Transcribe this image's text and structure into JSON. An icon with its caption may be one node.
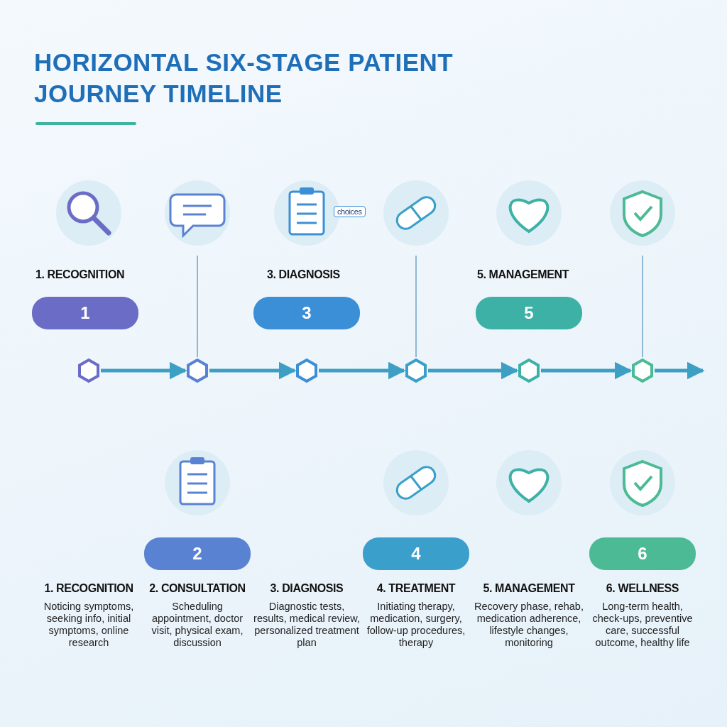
{
  "diagram": {
    "title": "HORIZONTAL SIX-STAGE PATIENT JOURNEY TIMELINE",
    "nodes": [
      {
        "text": [
          "1. RECOGNITION",
          "Noticing symptoms, seeking info, initial symptoms, online research"
        ]
      },
      {
        "text": [
          "2. CONSULTATION",
          "Scheduling appointment, doctor visit, physical exam, discussion"
        ]
      },
      {
        "text": [
          "3. DIAGNOSIS",
          "Diagnostic tests, results, medical review, personalized treatment plan"
        ]
      },
      {
        "text": [
          "4. TREATMENT",
          "Initiating therapy, medication, surgery, follow-up procedures, therapy"
        ]
      },
      {
        "text": [
          "5. MANAGEMENT",
          "Recovery phase, rehab, medication adherence, lifestyle changes, monitoring"
        ]
      },
      {
        "text": [
          "6. WELLNESS",
          "Long-term health, check-ups, preventive care, successful outcome, healthy life"
        ]
      },
      {
        "text": [
          "1"
        ]
      },
      {
        "text": [
          "2"
        ]
      },
      {
        "text": [
          "3"
        ]
      },
      {
        "text": [
          "4"
        ]
      },
      {
        "text": [
          "5"
        ]
      },
      {
        "text": [
          "6"
        ]
      },
      {
        "text": [],
        "shape": "hexagon"
      },
      {
        "text": [],
        "shape": "hexagon"
      },
      {
        "text": [],
        "shape": "hexagon"
      },
      {
        "text": [],
        "shape": "hexagon"
      },
      {
        "text": [],
        "shape": "hexagon"
      },
      {
        "text": [],
        "shape": "hexagon"
      }
    ],
    "edges": [
      {
        "from": 12,
        "to": 13,
        "arrow": "to"
      },
      {
        "from": 13,
        "to": 14,
        "arrow": "to"
      },
      {
        "from": 14,
        "to": 15,
        "arrow": "to"
      },
      {
        "from": 15,
        "to": 16,
        "arrow": "to"
      },
      {
        "from": 16,
        "to": 17,
        "arrow": "to"
      },
      {
        "from": 17,
        "to": null,
        "arrow": "to"
      }
    ],
    "labels": [
      "1. RECOGNITION",
      "choices",
      "3. DIAGNOSIS",
      "5. MANAGEMENT"
    ]
  }
}
